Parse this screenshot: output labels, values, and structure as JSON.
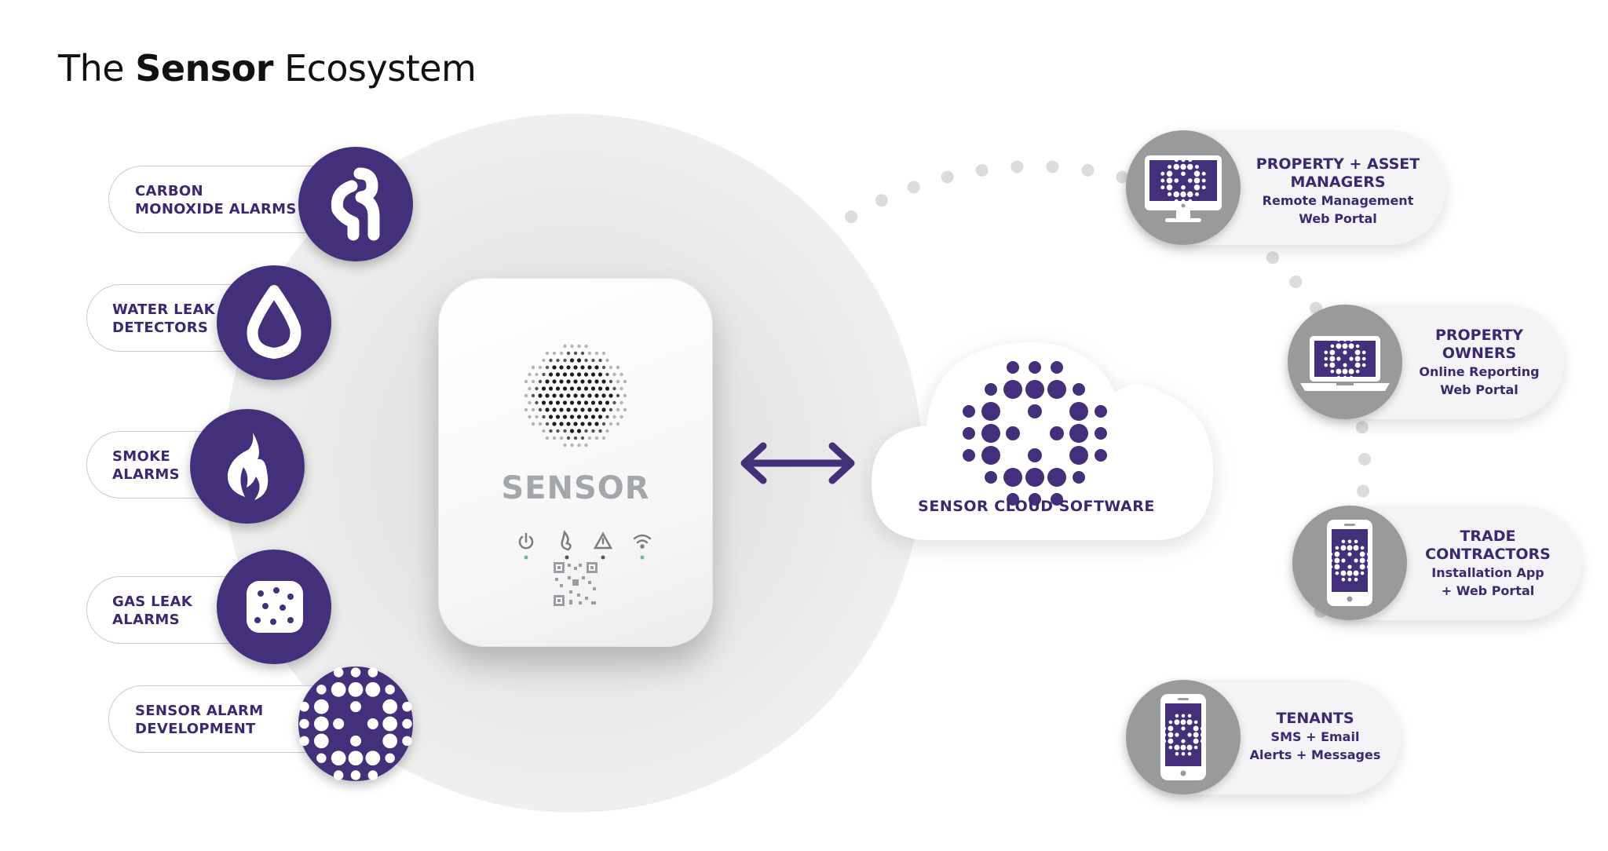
{
  "title": {
    "prefix": "The",
    "bold": "Sensor",
    "suffix": "Ecosystem"
  },
  "alarms": [
    {
      "line1": "CARBON",
      "line2": "MONOXIDE ALARMS",
      "icon": "carbon-monoxide-icon"
    },
    {
      "line1": "WATER LEAK",
      "line2": "DETECTORS",
      "icon": "water-drop-icon"
    },
    {
      "line1": "SMOKE",
      "line2": "ALARMS",
      "icon": "flame-icon"
    },
    {
      "line1": "GAS LEAK",
      "line2": "ALARMS",
      "icon": "gas-dots-icon"
    },
    {
      "line1": "SENSOR ALARM",
      "line2": "DEVELOPMENT",
      "icon": "sensor-logo-icon"
    }
  ],
  "device": {
    "label": "SENSOR",
    "icon": "sensor-device"
  },
  "cloud": {
    "label": "SENSOR CLOUD SOFTWARE",
    "icon": "sensor-logo-icon"
  },
  "users": [
    {
      "title1": "PROPERTY + ASSET",
      "title2": "MANAGERS",
      "sub1": "Remote Management",
      "sub2": "Web Portal",
      "icon": "desktop-monitor-icon"
    },
    {
      "title1": "PROPERTY",
      "title2": "OWNERS",
      "sub1": "Online Reporting",
      "sub2": "Web Portal",
      "icon": "laptop-icon"
    },
    {
      "title1": "TRADE",
      "title2": "CONTRACTORS",
      "sub1": "Installation App",
      "sub2": "+ Web Portal",
      "icon": "smartphone-icon"
    },
    {
      "title1": "TENANTS",
      "title2": "",
      "sub1": "SMS + Email",
      "sub2": "Alerts + Messages",
      "icon": "smartphone-icon"
    }
  ],
  "colors": {
    "brand_purple": "#44307a",
    "text_purple": "#3d2770",
    "grey_circle": "#9a9a9a",
    "device_text": "#a3a6ab"
  }
}
